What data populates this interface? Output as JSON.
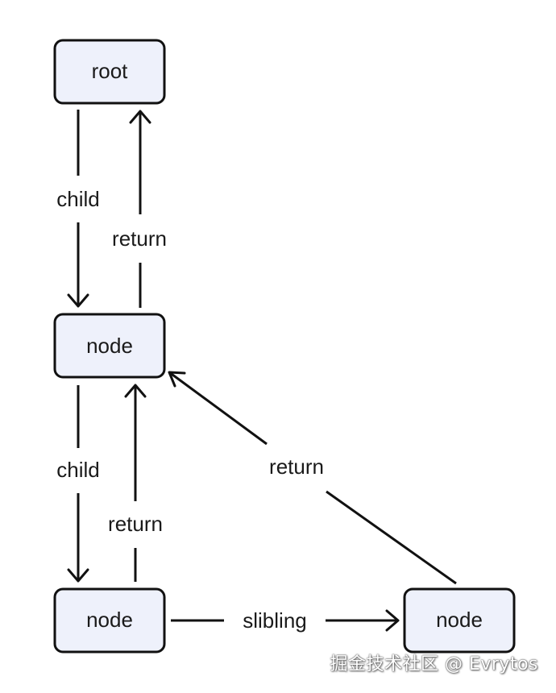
{
  "nodes": {
    "root": "root",
    "node_middle": "node",
    "node_bottom_left": "node",
    "node_bottom_right": "node"
  },
  "edges": {
    "child_top": "child",
    "return_top": "return",
    "child_middle": "child",
    "return_middle": "return",
    "sibling": "slibling",
    "return_diagonal": "return"
  },
  "watermark": "掘金技术社区 @ Evrytos"
}
